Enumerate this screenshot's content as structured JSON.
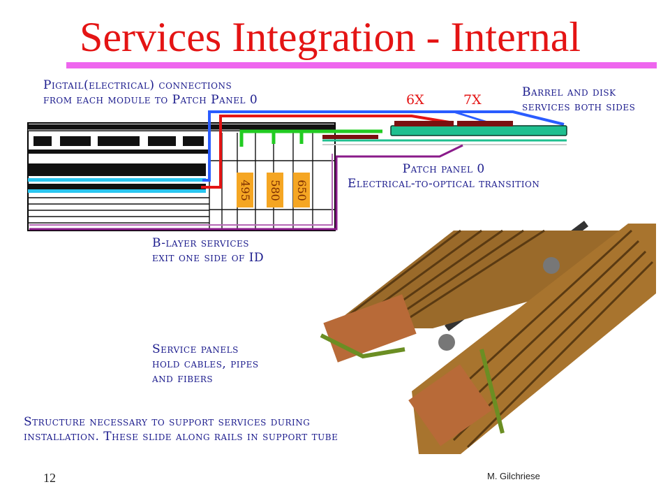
{
  "title": "Services Integration - Internal",
  "labels": {
    "pigtail": "Pigtail(electrical) connections\nfrom each module to Patch Panel 0",
    "barrel": "Barrel and disk\nservices both sides",
    "patch_panel": "Patch panel 0\nElectrical-to-optical transition",
    "blayer": "B-layer services\nexit one side of ID",
    "service_panels": "Service panels\nhold cables, pipes\nand fibers",
    "structure": "Structure necessary to support services during\ninstallation. These slide along rails in support tube"
  },
  "multipliers": {
    "six": "6X",
    "seven": "7X"
  },
  "dimensions": [
    "495",
    "580",
    "650"
  ],
  "footer": {
    "page_number": "12",
    "author": "M. Gilchriese"
  },
  "colors": {
    "title": "#e41414",
    "rule": "#ee66ee",
    "label_text": "#1a1a8c",
    "blue_line": "#2a5cff",
    "red_line": "#e41414",
    "green_line": "#22cc22",
    "purple_line": "#8a1a8a",
    "patch_panel_fill": "#1fbf8f",
    "dimension_box": "#f5a623"
  }
}
